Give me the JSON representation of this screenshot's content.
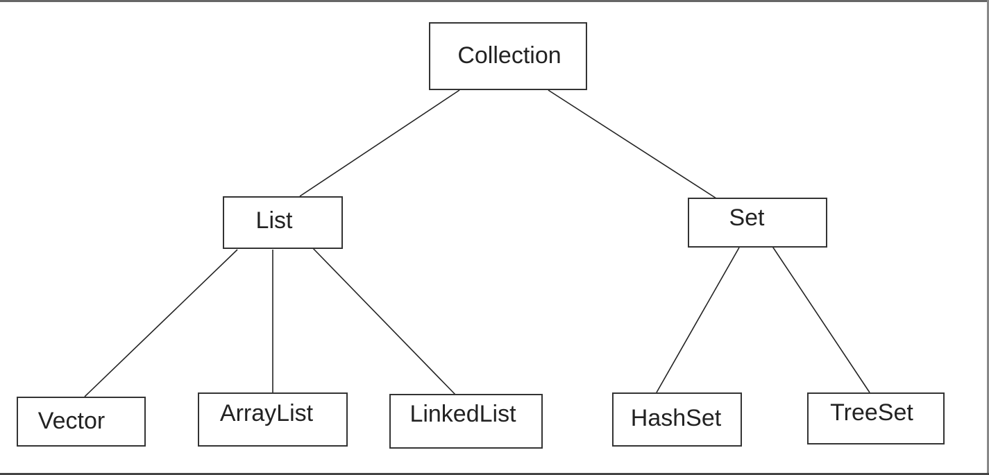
{
  "nodes": {
    "collection": "Collection",
    "list": "List",
    "set": "Set",
    "vector": "Vector",
    "arraylist": "ArrayList",
    "linkedlist": "LinkedList",
    "hashset": "HashSet",
    "treeset": "TreeSet"
  },
  "edges": [
    [
      "Collection",
      "List"
    ],
    [
      "Collection",
      "Set"
    ],
    [
      "List",
      "Vector"
    ],
    [
      "List",
      "ArrayList"
    ],
    [
      "List",
      "LinkedList"
    ],
    [
      "Set",
      "HashSet"
    ],
    [
      "Set",
      "TreeSet"
    ]
  ]
}
